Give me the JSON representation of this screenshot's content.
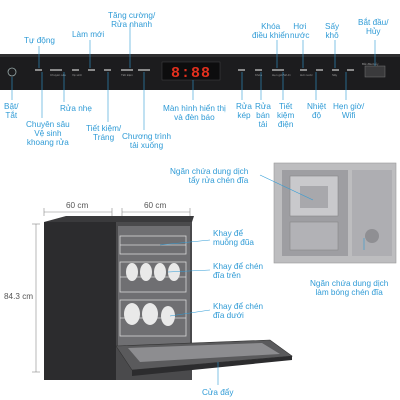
{
  "control_panel": {
    "display_digits": "8:88",
    "panel_text": [
      "Chuyên sâu",
      "Vệ sinh",
      "Tiết kiệm",
      "Hẹn giờ/Wi-Fi",
      "Hơi nước",
      "Khóa",
      "Sấy",
      "Bắt đầu/Hủy"
    ]
  },
  "callouts_top": {
    "tu_dong": "Tự động",
    "lam_moi": "Làm mới",
    "tang_cuong_line1": "Tăng cường/",
    "tang_cuong_line2": "Rửa nhanh",
    "khoa_line1": "Khóa",
    "khoa_line2": "điều khiển",
    "hoi_line1": "Hơi",
    "hoi_line2": "nước",
    "say_line1": "Sấy",
    "say_line2": "khô",
    "bat_dau_line1": "Bắt đầu/",
    "bat_dau_line2": "Hủy"
  },
  "callouts_bottom": {
    "bat_tat_line1": "Bật/",
    "bat_tat_line2": "Tắt",
    "chuyen_sau_line1": "Chuyên sâu",
    "chuyen_sau_line2": "Vệ sinh",
    "chuyen_sau_line3": "khoang rửa",
    "rua_nhe": "Rửa nhẹ",
    "tiet_kiem_line1": "Tiết kiệm/",
    "tiet_kiem_line2": "Tráng",
    "chuong_trinh_line1": "Chương trình",
    "chuong_trinh_line2": "tải xuống",
    "man_hinh_line1": "Màn hình hiển thị",
    "man_hinh_line2": "và đèn báo",
    "rua_kep_line1": "Rửa",
    "rua_kep_line2": "kép",
    "rua_ban_tai_line1": "Rửa",
    "rua_ban_tai_line2": "bán",
    "rua_ban_tai_line3": "tải",
    "tiet_kiem_dien_line1": "Tiết",
    "tiet_kiem_dien_line2": "kiệm",
    "tiet_kiem_dien_line3": "điện",
    "nhiet_do_line1": "Nhiệt",
    "nhiet_do_line2": "độ",
    "hen_gio_line1": "Hẹn giờ/",
    "hen_gio_line2": "Wifi"
  },
  "dimensions": {
    "width_label": "60 cm",
    "depth_label": "60 cm",
    "height_label": "84.3 cm"
  },
  "body_callouts": {
    "khay_muong_line1": "Khay để",
    "khay_muong_line2": "muỗng đũa",
    "khay_chen_line1": "Khay để chén",
    "khay_chen_line2": "đĩa trên",
    "khay_dia_line1": "Khay để chén",
    "khay_dia_line2": "đĩa dưới",
    "cua_day": "Cửa đẩy"
  },
  "detergent_callouts": {
    "ngan_chua_line1": "Ngăn chứa dung dịch",
    "ngan_chua_line2": "tẩy rửa chén đĩa",
    "ngan_bong_line1": "Ngăn chứa dung dịch",
    "ngan_bong_line2": "làm bóng chén đĩa"
  },
  "colors": {
    "callout_text": "#2f9bd6",
    "panel_background": "#1c1c1e",
    "display_digits": "#e0301e",
    "appliance_body": "#2c2c2e",
    "dimension_lines": "#888888"
  }
}
